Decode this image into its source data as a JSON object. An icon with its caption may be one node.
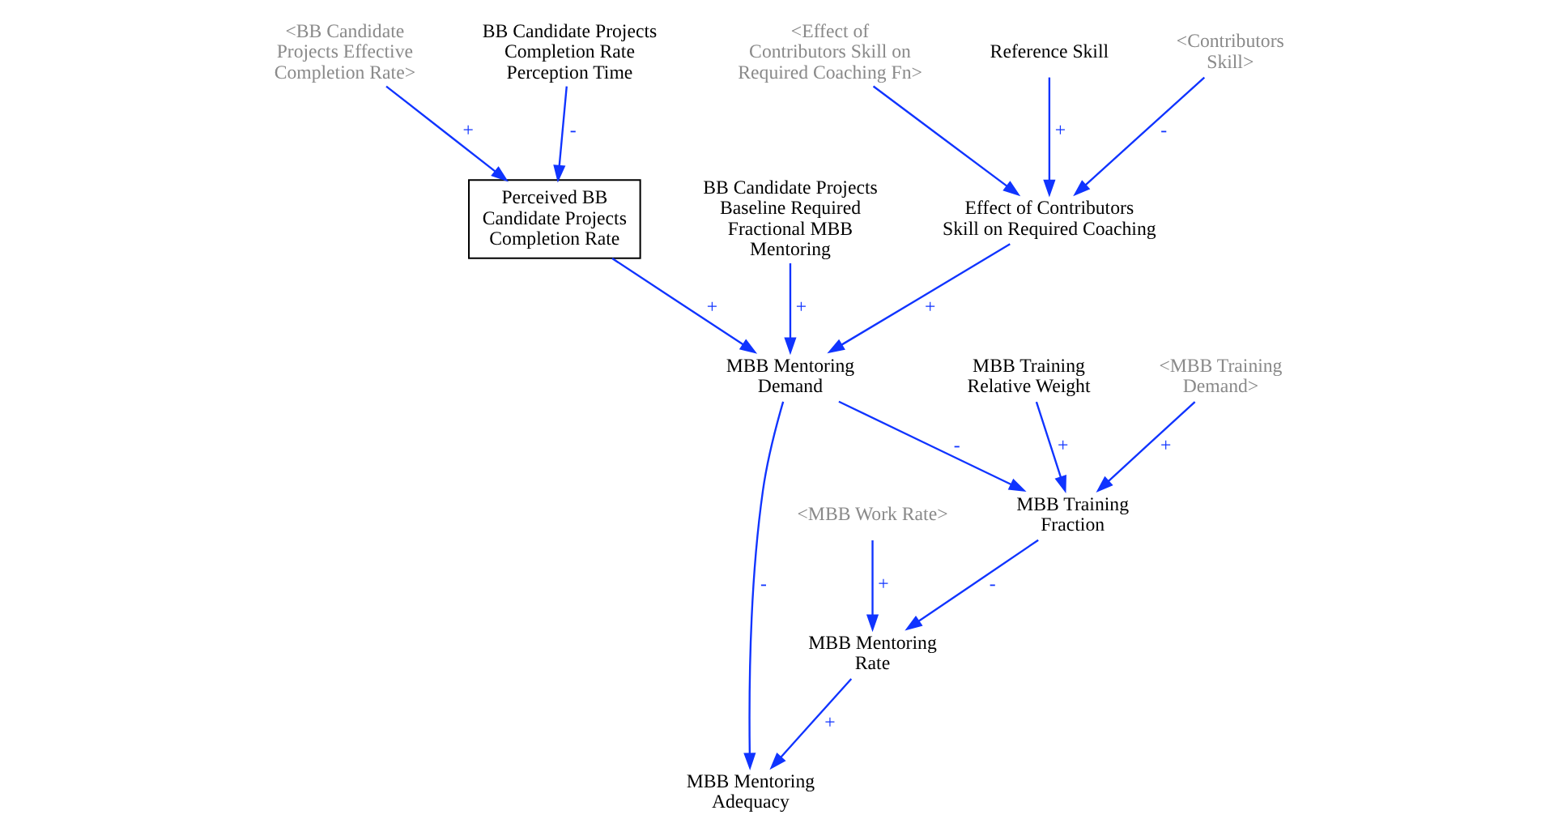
{
  "diagram": {
    "nodes": [
      {
        "text": [
          "Reference Skill"
        ]
      },
      {
        "text": [
          "<Contributors Skill>"
        ]
      },
      {
        "text": [
          "MBB Training Relative Weight"
        ]
      },
      {
        "text": [
          "<Effect of Contributors Skill on Required Coaching Fn>"
        ]
      },
      {
        "text": [
          "Effect of Contributors Skill on Required Coaching"
        ]
      },
      {
        "text": [
          "MBB Training Fraction"
        ]
      },
      {
        "text": [
          "<MBB Training Demand>"
        ]
      },
      {
        "text": [
          "BB Candidate Projects Baseline Required Fractional MBB Mentoring"
        ]
      },
      {
        "text": [
          "MBB Mentoring Demand"
        ]
      },
      {
        "text": [
          "MBB Mentoring Rate"
        ]
      },
      {
        "text": [
          "<MBB Work Rate>"
        ]
      },
      {
        "text": [
          "<BB Candidate Projects Effective Completion Rate>"
        ]
      },
      {
        "text": [
          "Perceived BB Candidate Projects Completion Rate"
        ]
      },
      {
        "text": [
          "MBB Mentoring Adequacy"
        ]
      },
      {
        "text": [
          "BB Candidate Projects Completion Rate Perception Time"
        ]
      }
    ],
    "edges": [
      {
        "from": 0,
        "to": 4,
        "arrow": "to",
        "label": "+"
      },
      {
        "from": 1,
        "to": 4,
        "arrow": "to",
        "label": "-"
      },
      {
        "from": 2,
        "to": 5,
        "arrow": "to",
        "label": "+"
      },
      {
        "from": 3,
        "to": 4,
        "arrow": "to"
      },
      {
        "from": 4,
        "to": 8,
        "arrow": "to",
        "label": "+"
      },
      {
        "from": 5,
        "to": 9,
        "arrow": "to",
        "label": "-"
      },
      {
        "from": 6,
        "to": 5,
        "arrow": "to",
        "label": "+"
      },
      {
        "from": 7,
        "to": 8,
        "arrow": "to",
        "label": "+"
      },
      {
        "from": 8,
        "to": 5,
        "arrow": "to",
        "label": "-"
      },
      {
        "from": 8,
        "to": 13,
        "arrow": "to",
        "label": "-"
      },
      {
        "from": 9,
        "to": 13,
        "arrow": "to",
        "label": "+"
      },
      {
        "from": 10,
        "to": 9,
        "arrow": "to",
        "label": "+"
      },
      {
        "from": 11,
        "to": 12,
        "arrow": "to",
        "label": "+"
      },
      {
        "from": 12,
        "to": 8,
        "arrow": "to",
        "label": "+"
      },
      {
        "from": 14,
        "to": 12,
        "arrow": "to",
        "label": "-"
      }
    ]
  }
}
